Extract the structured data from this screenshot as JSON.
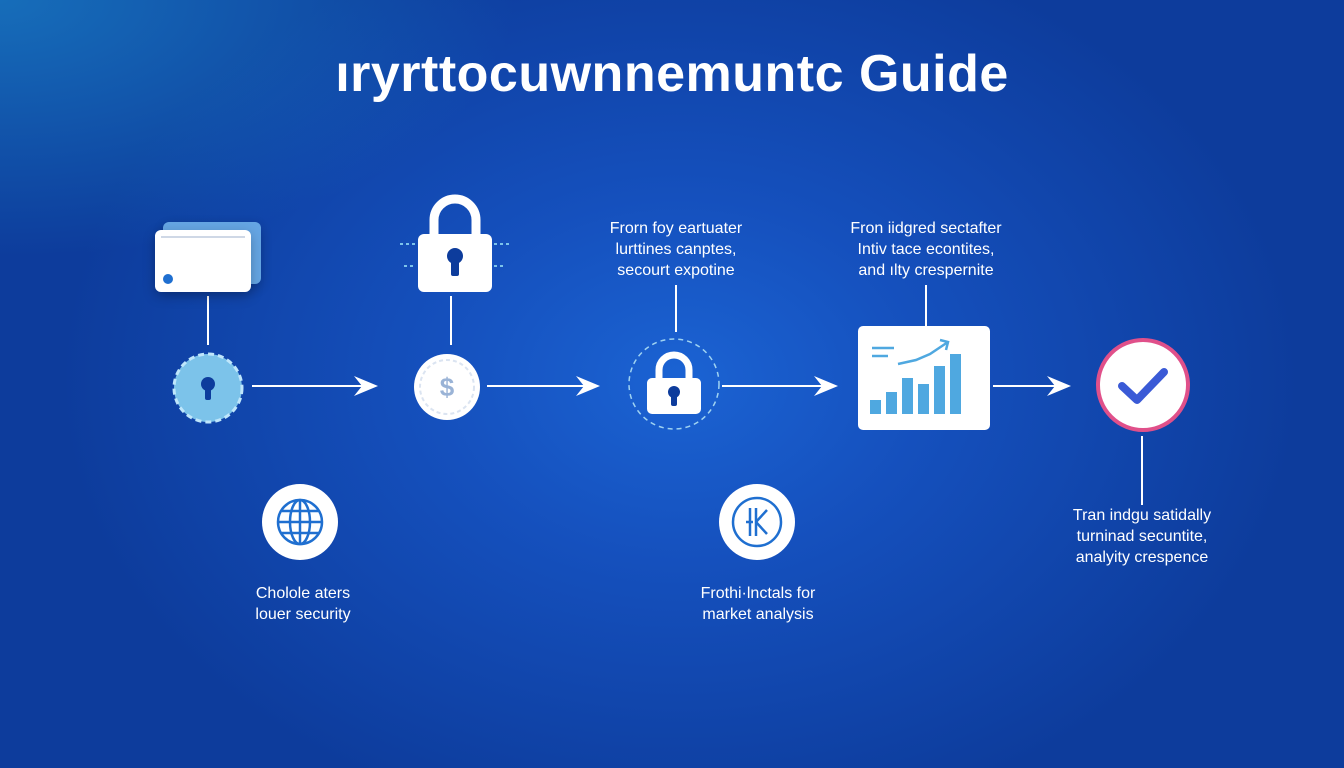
{
  "title": "ıryrttocuwnnemuntc Guide",
  "labels": {
    "step3_top": [
      "Frorn foy eartuater",
      "lurttines canptes,",
      "secourt expotine"
    ],
    "step4_top": [
      "Fron iidgred sectafter",
      "Intiv tace econtites,",
      "and ılty crespernite"
    ],
    "bottom_left": [
      "Cholole aters",
      "louer security"
    ],
    "bottom_mid": [
      "Frothi·lnctals for",
      "market analysis"
    ],
    "right": [
      "Tran indgu satidally",
      "turninad secuntite,",
      "analyity crespence"
    ]
  },
  "icons": {
    "wallet": "wallet-card-icon",
    "key": "key-badge-icon",
    "padlock": "padlock-icon",
    "coin": "dollar-coin-icon",
    "lock_circle": "lock-circle-icon",
    "chart": "bar-chart-icon",
    "check": "checkmark-circle-icon",
    "globe": "globe-icon",
    "coin_k": "crypto-coin-icon"
  },
  "colors": {
    "accent_light": "#7cc3ea",
    "check_ring": "#e0508a",
    "check_mark": "#3a5ad6",
    "bar": "#4fa8e0"
  }
}
